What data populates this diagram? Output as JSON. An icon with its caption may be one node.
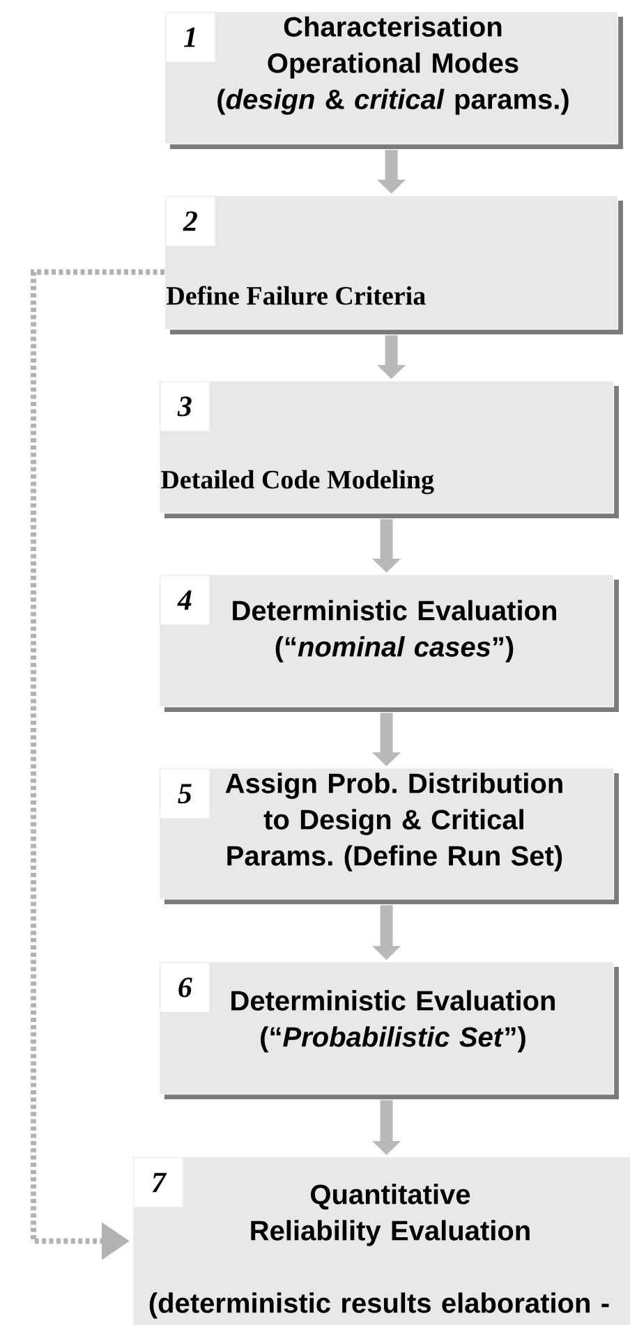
{
  "diagram": {
    "nodes": [
      {
        "text": [
          "1",
          "Characterisation Operational Modes (*design* & *critical* params.)"
        ]
      },
      {
        "text": [
          "2",
          "Define Failure Criteria"
        ]
      },
      {
        "text": [
          "3",
          "Detailed Code Modeling"
        ]
      },
      {
        "text": [
          "4",
          "Deterministic Evaluation (“*nominal cases*”)"
        ]
      },
      {
        "text": [
          "5",
          "Assign Prob. Distribution to Design & Critical Params. (Define Run Set)"
        ]
      },
      {
        "text": [
          "6",
          "Deterministic Evaluation (“*Probabilistic Set*”)"
        ]
      },
      {
        "text": [
          "7",
          "Quantitative Reliability Evaluation",
          "(deterministic results elaboration -"
        ]
      }
    ],
    "edges": [
      {
        "from": 0,
        "to": 1,
        "arrow": "to"
      },
      {
        "from": 1,
        "to": 2,
        "arrow": "to"
      },
      {
        "from": 2,
        "to": 3,
        "arrow": "to"
      },
      {
        "from": 3,
        "to": 4,
        "arrow": "to"
      },
      {
        "from": 4,
        "to": 5,
        "arrow": "to"
      },
      {
        "from": 5,
        "to": 6,
        "arrow": "to"
      },
      {
        "from": 1,
        "to": 6,
        "arrow": "to",
        "style": "dashed"
      }
    ]
  }
}
